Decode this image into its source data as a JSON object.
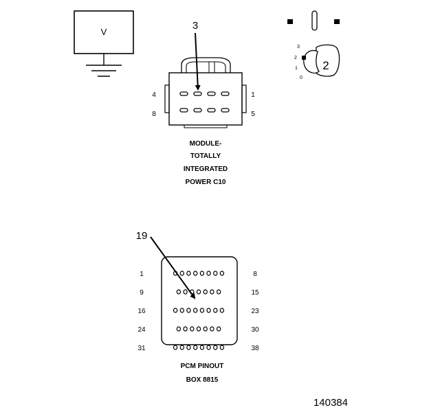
{
  "meter": {
    "label": "V"
  },
  "ignition_switch": {
    "callout": "2",
    "positions": [
      "3",
      "2",
      "1",
      "0"
    ]
  },
  "connector_c10": {
    "callout": "3",
    "pin_labels": {
      "top_left": "4",
      "top_right": "1",
      "bottom_left": "8",
      "bottom_right": "5"
    },
    "caption_lines": [
      "MODULE-",
      "TOTALLY",
      "INTEGRATED",
      "POWER C10"
    ]
  },
  "pcm_connector": {
    "callout": "19",
    "row_labels": [
      {
        "left": "1",
        "right": "8"
      },
      {
        "left": "9",
        "right": "15"
      },
      {
        "left": "16",
        "right": "23"
      },
      {
        "left": "24",
        "right": "30"
      },
      {
        "left": "31",
        "right": "38"
      }
    ],
    "caption_lines": [
      "PCM PINOUT",
      "BOX 8815"
    ]
  },
  "figure_number": "140384"
}
